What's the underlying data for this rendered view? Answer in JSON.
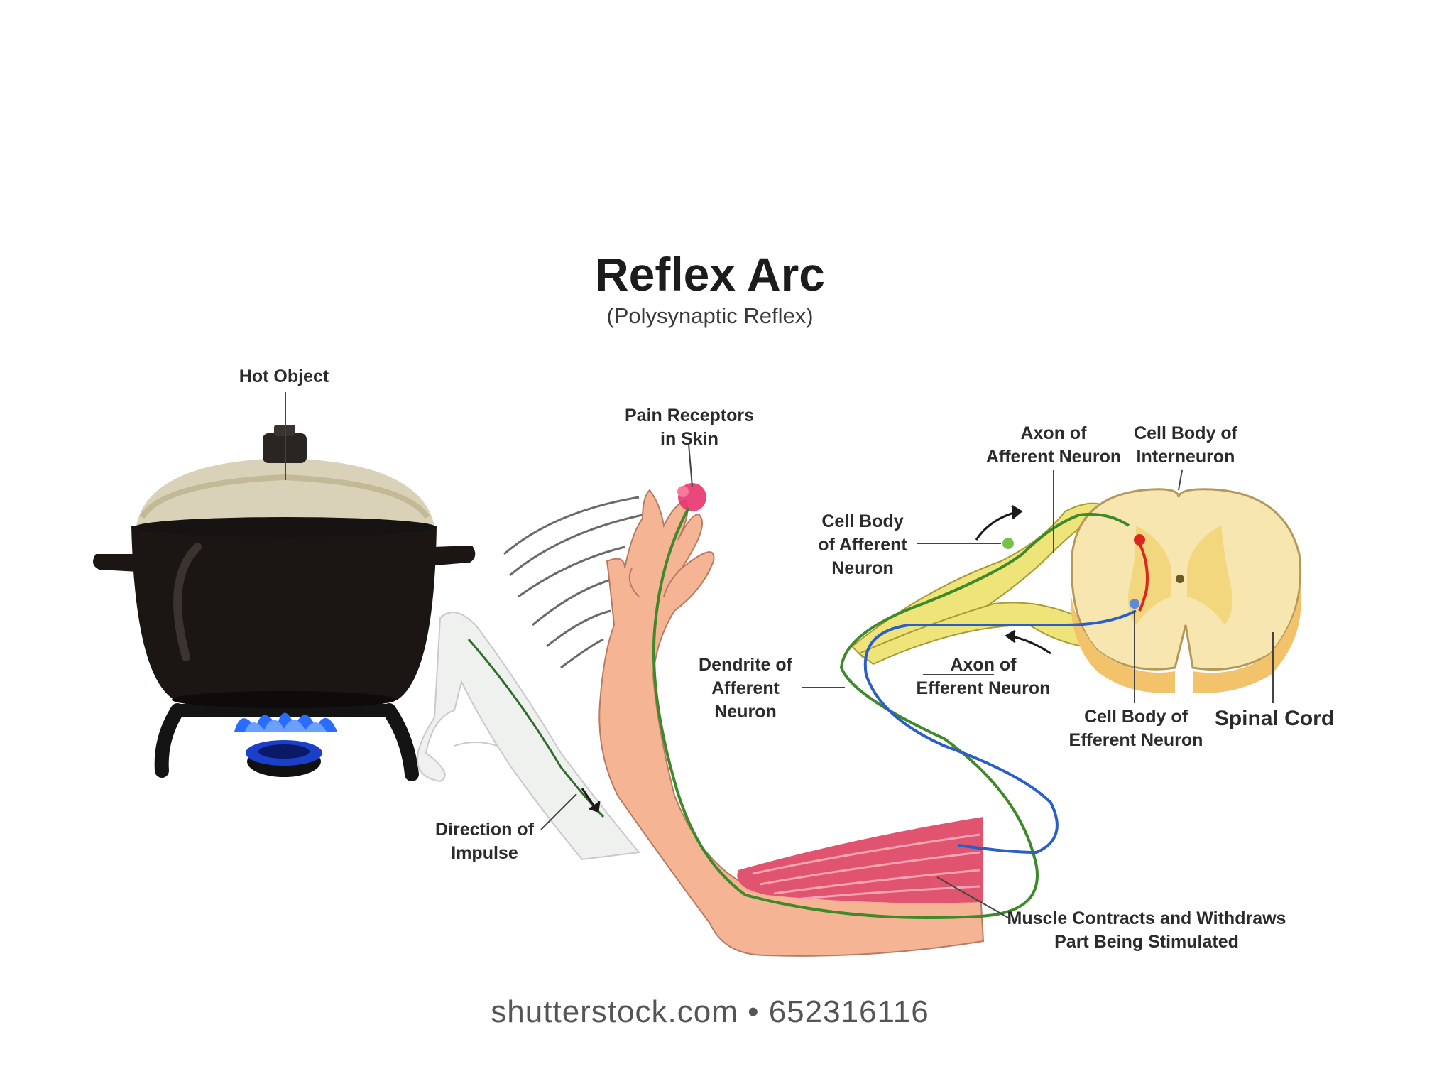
{
  "title": "Reflex Arc",
  "subtitle": "(Polysynaptic Reflex)",
  "labels": {
    "hot_object": "Hot Object",
    "pain_receptors": [
      "Pain Receptors",
      "in Skin"
    ],
    "axon_afferent": [
      "Axon of",
      "Afferent Neuron"
    ],
    "cell_body_interneuron": [
      "Cell Body of",
      "Interneuron"
    ],
    "cell_body_afferent": [
      "Cell Body",
      "of Afferent",
      "Neuron"
    ],
    "dendrite_afferent": [
      "Dendrite of",
      "Afferent",
      "Neuron"
    ],
    "axon_efferent": [
      "Axon of",
      "Efferent Neuron"
    ],
    "cell_body_efferent": [
      "Cell Body of",
      "Efferent Neuron"
    ],
    "spinal_cord": "Spinal Cord",
    "direction_impulse": [
      "Direction of",
      "Impulse"
    ],
    "muscle": [
      "Muscle Contracts and Withdraws",
      "Part Being Stimulated"
    ]
  },
  "watermark": "shutterstock.com • 652316116",
  "colors": {
    "pot": "#1b1613",
    "lid": "#d9d2b8",
    "flame": "#1f5fff",
    "skin": "#f5b595",
    "muscle": "#e0546f",
    "afferent_nerve": "#e8e07a",
    "afferent_line": "#3e8a2a",
    "efferent_line": "#2a5fc8",
    "spinal_outer": "#f7e6b0",
    "spinal_grey": "#f2d77f",
    "pain_receptor": "#e8336e"
  }
}
